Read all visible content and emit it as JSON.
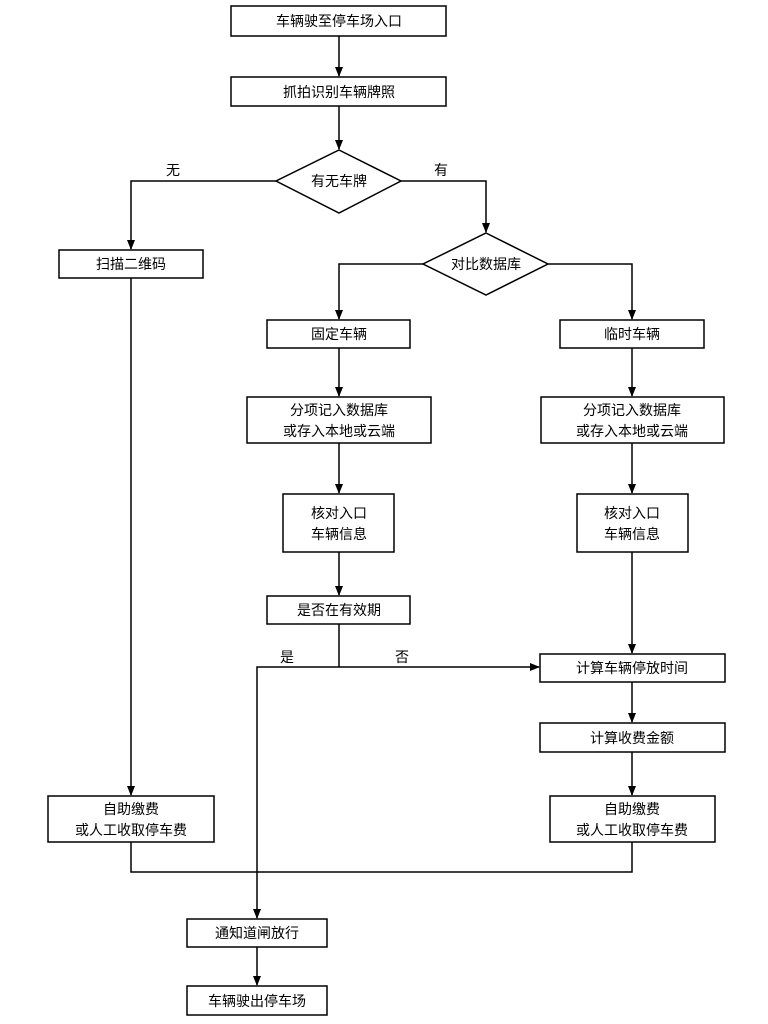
{
  "nodes": {
    "enter": "车辆驶至停车场入口",
    "capture": "抓拍识别车辆牌照",
    "has_plate": "有无车牌",
    "scan_qr": "扫描二维码",
    "compare_db": "对比数据库",
    "fixed": "固定车辆",
    "temp": "临时车辆",
    "record_fixed": [
      "分项记入数据库",
      "或存入本地或云端"
    ],
    "record_temp": [
      "分项记入数据库",
      "或存入本地或云端"
    ],
    "check_fixed": [
      "核对入口",
      "车辆信息"
    ],
    "check_temp": [
      "核对入口",
      "车辆信息"
    ],
    "valid_period": "是否在有效期",
    "calc_time": "计算车辆停放时间",
    "calc_fee": "计算收费金额",
    "pay_left": [
      "自助缴费",
      "或人工收取停车费"
    ],
    "pay_right": [
      "自助缴费",
      "或人工收取停车费"
    ],
    "gate_open": "通知道闸放行",
    "exit": "车辆驶出停车场"
  },
  "edge_labels": {
    "no_plate": "无",
    "has_plate": "有",
    "yes": "是",
    "no": "否"
  }
}
